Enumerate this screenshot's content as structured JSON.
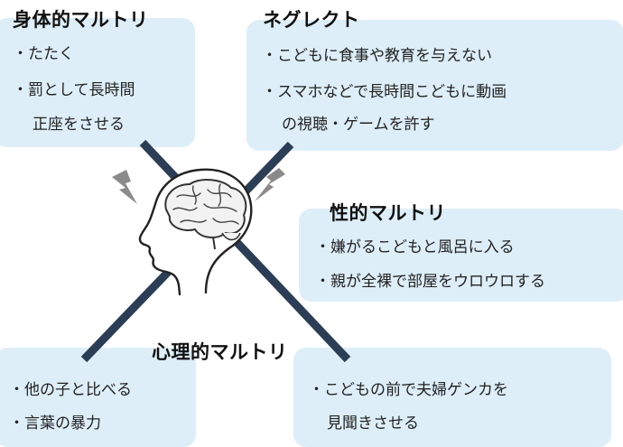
{
  "physical": {
    "title": "身体的マルトリ",
    "items": [
      "・たたく",
      "・罰として長時間",
      "正座をさせる"
    ]
  },
  "neglect": {
    "title": "ネグレクト",
    "items": [
      "・こどもに食事や教育を与えない",
      "・スマホなどで長時間こどもに動画",
      "の視聴・ゲームを許す"
    ]
  },
  "sexual": {
    "title": "性的マルトリ",
    "items": [
      "・嫌がるこどもと風呂に入る",
      "・親が全裸で部屋をウロウロする"
    ]
  },
  "psychological": {
    "title": "心理的マルトリ",
    "items_left": [
      "・他の子と比べる",
      "・言葉の暴力"
    ],
    "items_right": [
      "・こどもの前で夫婦ゲンカを",
      "見聞きさせる"
    ]
  },
  "colors": {
    "box_fill": "#ddeef9",
    "cross_line": "#2c3e55",
    "bolt": "#8a8a8a"
  },
  "icons": {
    "head": "head-with-brain-icon",
    "bolt_left": "lightning-bolt-icon",
    "bolt_right": "lightning-bolt-icon"
  }
}
